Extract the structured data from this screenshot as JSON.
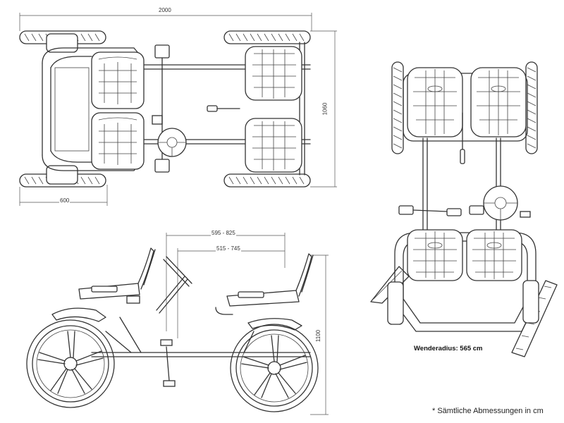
{
  "dimensions": {
    "top_length": "2000",
    "top_width": "1060",
    "overhang": "600",
    "side_range_outer": "595 - 825",
    "side_range_inner": "515 - 745",
    "side_height": "1100"
  },
  "turning_radius": "Wenderadius: 565 cm",
  "footnote": "* Sämtliche Abmessungen in cm"
}
